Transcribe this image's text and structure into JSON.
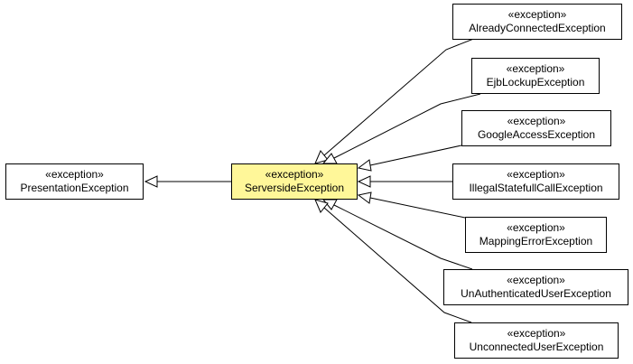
{
  "stereotype": "«exception»",
  "colors": {
    "focus_fill": "#fff799",
    "stroke": "#000000",
    "fill": "#ffffff"
  },
  "classes": {
    "presentation": "PresentationException",
    "serverside": "ServersideException",
    "already_connected": "AlreadyConnectedException",
    "ejb_lockup": "EjbLockupException",
    "google_access": "GoogleAccessException",
    "illegal_statefull_call": "IllegalStatefullCallException",
    "mapping_error": "MappingErrorException",
    "unauthenticated_user": "UnAuthenticatedUserException",
    "unconnected_user": "UnconnectedUserException"
  },
  "relationships": [
    {
      "type": "generalization",
      "from": "serverside",
      "to": "presentation"
    },
    {
      "type": "generalization",
      "from": "already_connected",
      "to": "serverside"
    },
    {
      "type": "generalization",
      "from": "ejb_lockup",
      "to": "serverside"
    },
    {
      "type": "generalization",
      "from": "google_access",
      "to": "serverside"
    },
    {
      "type": "generalization",
      "from": "illegal_statefull_call",
      "to": "serverside"
    },
    {
      "type": "generalization",
      "from": "mapping_error",
      "to": "serverside"
    },
    {
      "type": "generalization",
      "from": "unauthenticated_user",
      "to": "serverside"
    },
    {
      "type": "generalization",
      "from": "unconnected_user",
      "to": "serverside"
    }
  ]
}
